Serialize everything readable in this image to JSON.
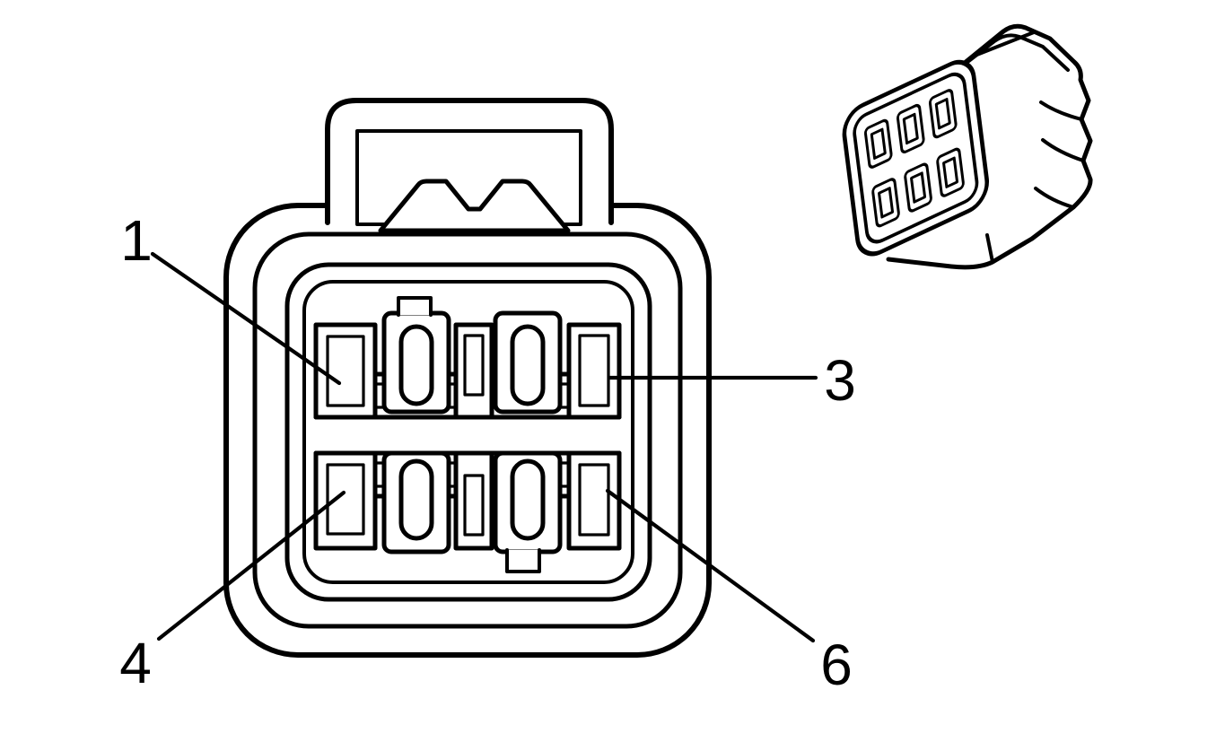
{
  "diagram": {
    "background_color": "#ffffff",
    "line_color": "#000000",
    "front_view": {
      "name": "connector-front-view",
      "cavity_rows": 2,
      "cavities_per_row": 3
    },
    "perspective_view": {
      "name": "connector-perspective-view",
      "pin_rows": 2,
      "pins_per_row": 3
    },
    "callouts": [
      {
        "label": "1"
      },
      {
        "label": "3"
      },
      {
        "label": "4"
      },
      {
        "label": "6"
      }
    ]
  }
}
